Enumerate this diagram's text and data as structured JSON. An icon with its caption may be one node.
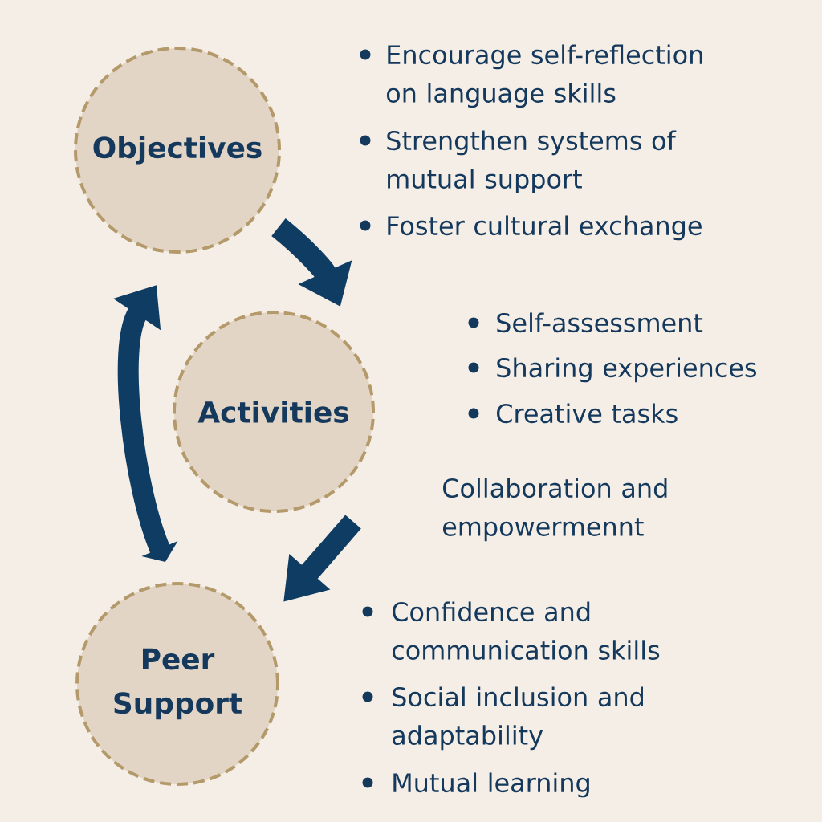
{
  "diagram": {
    "nodes": [
      {
        "text": [
          "Objectives"
        ],
        "beside": [
          "Encourage self-reflection on language skills",
          "Strengthen systems of mutual support",
          "Foster cultural exchange"
        ]
      },
      {
        "text": [
          "Activities"
        ],
        "beside": [
          "Self-assessment",
          "Sharing experiences",
          "Creative tasks"
        ]
      },
      {
        "text": [
          "Peer Support"
        ],
        "beside": [
          "Confidence and communication skills",
          "Social inclusion and adaptability",
          "Mutual learning"
        ]
      }
    ],
    "edges": [
      {
        "from": 0,
        "to": 1,
        "arrow": "to"
      },
      {
        "from": 1,
        "to": 2,
        "arrow": "to"
      },
      {
        "from": 2,
        "to": 0,
        "arrow": "both"
      }
    ],
    "labels": [
      "Collaboration and empowermennt"
    ]
  }
}
